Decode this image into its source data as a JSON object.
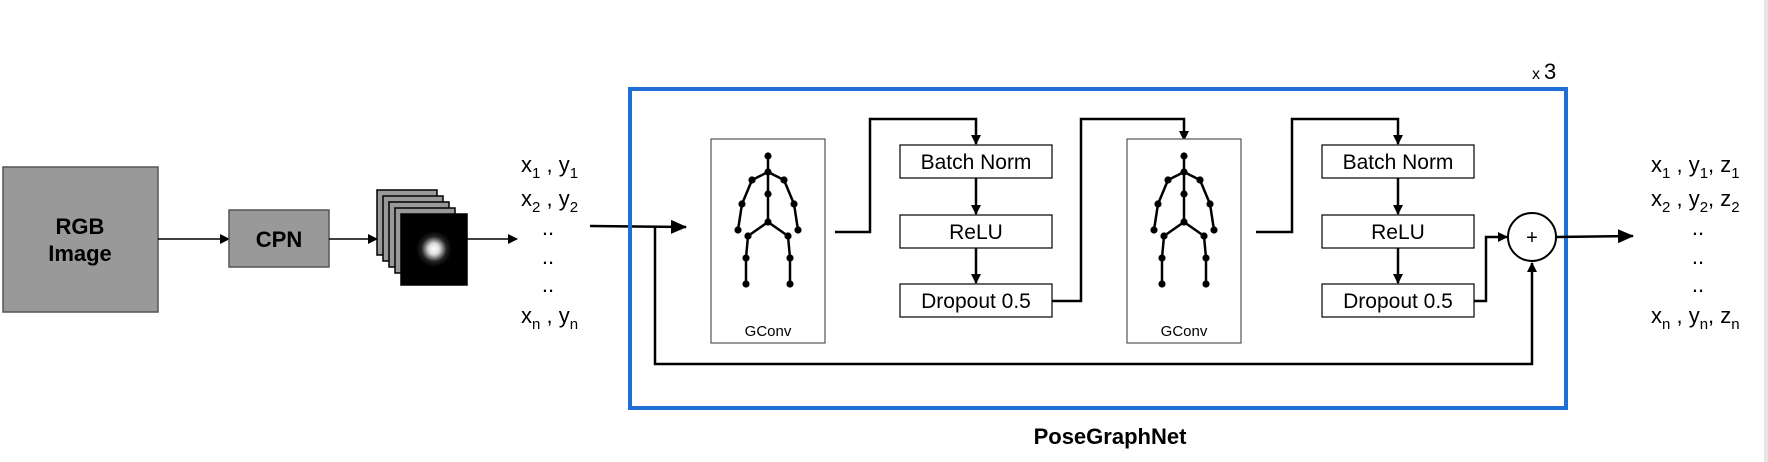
{
  "rgb": {
    "line1": "RGB",
    "line2": "Image"
  },
  "cpn": "CPN",
  "input_coords": [
    {
      "base": "x",
      "sub": "1",
      "mid": " , ",
      "base2": "y",
      "sub2": "1"
    },
    {
      "base": "x",
      "sub": "2",
      "mid": " , ",
      "base2": "y",
      "sub2": "2"
    },
    {
      "dots": ".."
    },
    {
      "dots": ".."
    },
    {
      "dots": ".."
    },
    {
      "base": "x",
      "sub": "n",
      "mid": " , ",
      "base2": "y",
      "sub2": "n"
    }
  ],
  "output_coords": [
    {
      "base": "x",
      "sub": "1",
      "mid": " , ",
      "base2": "y",
      "sub2": "1",
      "mid2": ", ",
      "base3": "z",
      "sub3": "1"
    },
    {
      "base": "x",
      "sub": "2",
      "mid": " , ",
      "base2": "y",
      "sub2": "2",
      "mid2": ", ",
      "base3": "z",
      "sub3": "2"
    },
    {
      "dots": ".."
    },
    {
      "dots": ".."
    },
    {
      "dots": ".."
    },
    {
      "base": "x",
      "sub": "n",
      "mid": " , ",
      "base2": "y",
      "sub2": "n",
      "mid2": ", ",
      "base3": "z",
      "sub3": "n"
    }
  ],
  "gconv_label": "GConv",
  "batch_norm": "Batch Norm",
  "relu": "ReLU",
  "dropout": "Dropout 0.5",
  "plus": "+",
  "repeat": {
    "prefix": "x",
    "count": "3"
  },
  "block_title": "PoseGraphNet",
  "colors": {
    "block_border": "#1f6fd6",
    "gray_box": "#999999"
  }
}
